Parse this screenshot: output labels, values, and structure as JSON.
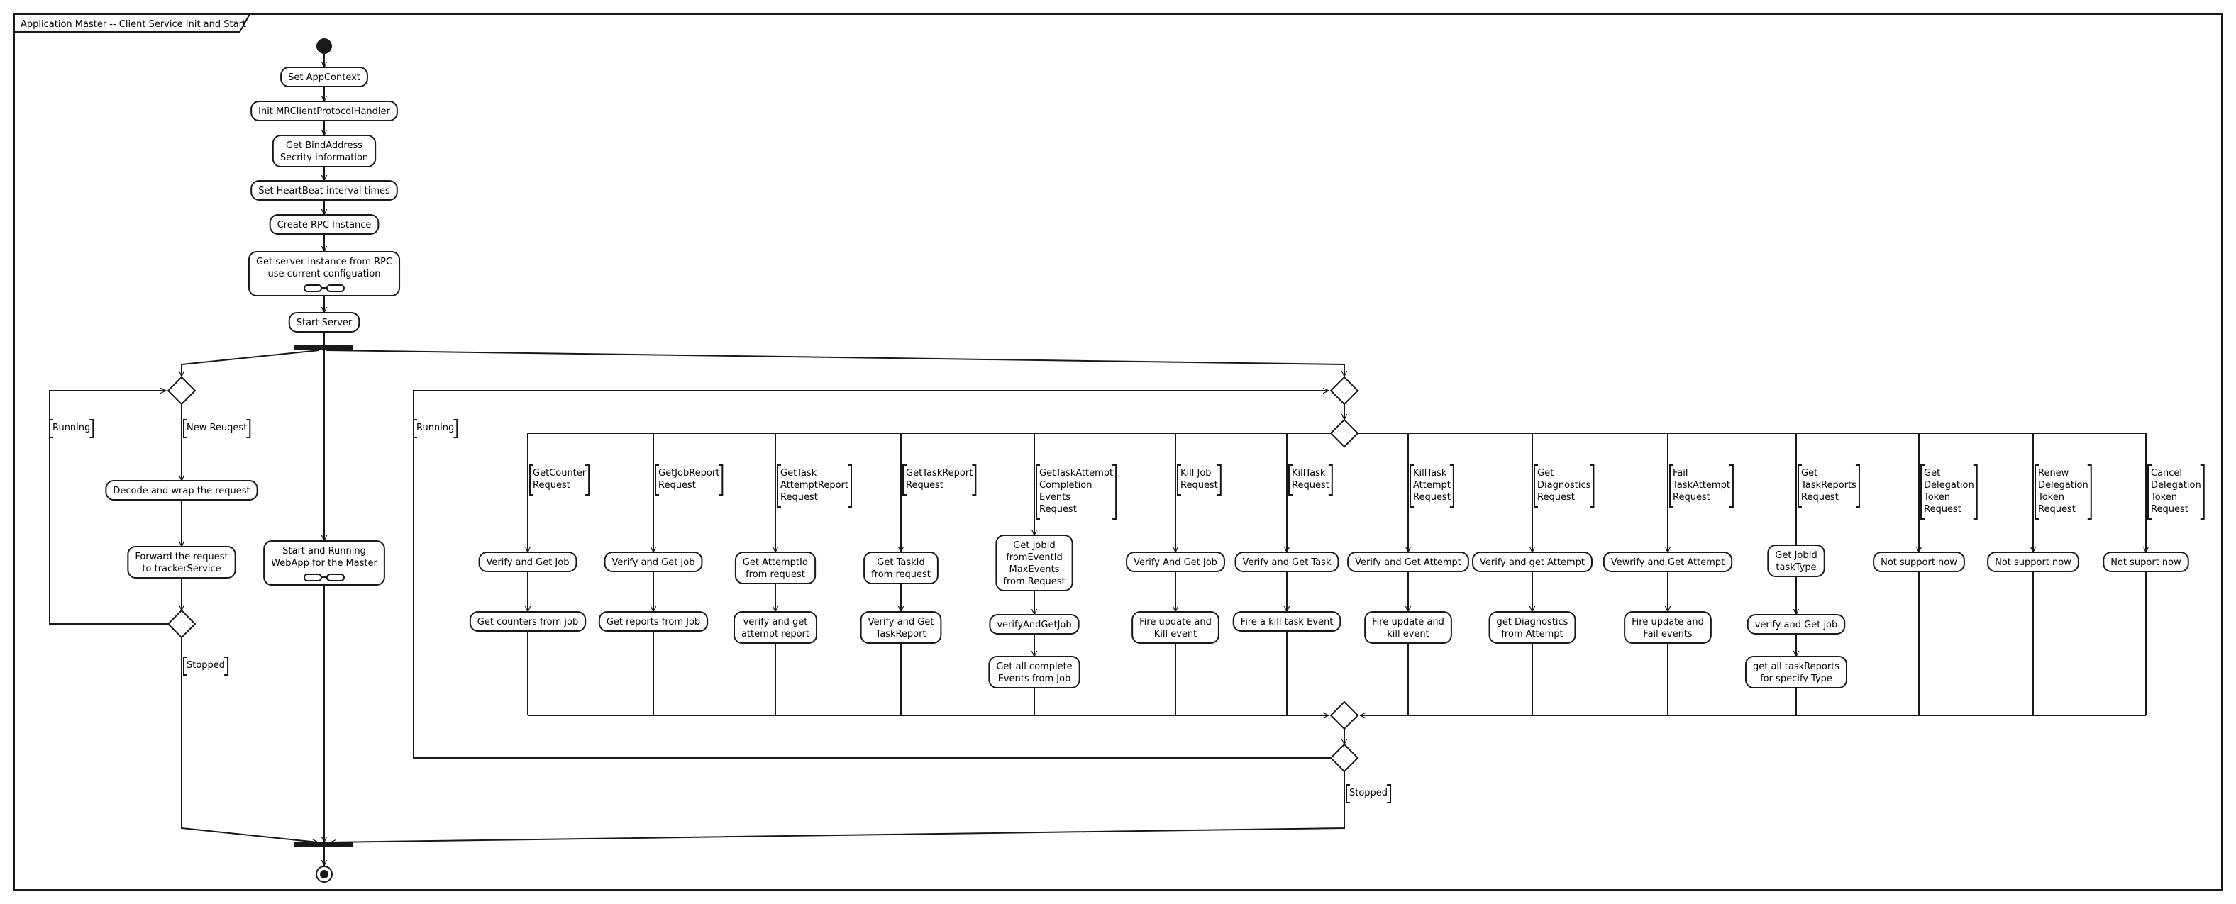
{
  "frame_title": "Application Master -- Client Service Init and Start",
  "init_steps": [
    "Set AppContext",
    "Init MRClientProtocolHandler",
    "Get BindAddress\nSecrity information",
    "Set HeartBeat interval times",
    "Create RPC Instance",
    "Get server instance from RPC\nuse current configuation",
    "Start Server"
  ],
  "left_branch": {
    "running_guard": "Running",
    "new_request_guard": "New Reuqest",
    "decode_action": "Decode and wrap the request",
    "forward_action": "Forward the request\nto trackerService",
    "stopped_guard": "Stopped"
  },
  "webapp_action": "Start and Running\nWebApp for the Master",
  "right_branch": {
    "running_guard": "Running",
    "stopped_guard": "Stopped",
    "cases": [
      {
        "guard": "GetCounter\nRequest",
        "actions": [
          "Verify and Get Job",
          "Get counters from job"
        ]
      },
      {
        "guard": "GetJobReport\nRequest",
        "actions": [
          "Verify and Get Job",
          "Get reports from Job"
        ]
      },
      {
        "guard": "GetTask\nAttemptReport\nRequest",
        "actions": [
          "Get AttemptId\nfrom request",
          "verify and get\nattempt report"
        ]
      },
      {
        "guard": "GetTaskReport\nRequest",
        "actions": [
          "Get TaskId\nfrom request",
          "Verify and Get\nTaskReport"
        ]
      },
      {
        "guard": "GetTaskAttempt\nCompletion\nEvents\nRequest",
        "actions": [
          "Get JobId\nfromEventId\nMaxEvents\nfrom Request",
          "verifyAndGetJob",
          "Get all complete\nEvents from Job"
        ]
      },
      {
        "guard": "Kill Job\nRequest",
        "actions": [
          "Verify And Get Job",
          "Fire update and\nKill event"
        ]
      },
      {
        "guard": "KillTask\nRequest",
        "actions": [
          "Verify and Get Task",
          "Fire a kill task Event"
        ]
      },
      {
        "guard": "KillTask\nAttempt\nRequest",
        "actions": [
          "Verify and Get Attempt",
          "Fire update and\nkill event"
        ]
      },
      {
        "guard": "Get\nDiagnostics\nRequest",
        "actions": [
          "Verify and get Attempt",
          "get Diagnostics\nfrom Attempt"
        ]
      },
      {
        "guard": "Fail\nTaskAttempt\nRequest",
        "actions": [
          "Vewrify and Get Attempt",
          "Fire update and\nFail events"
        ]
      },
      {
        "guard": "Get\nTaskReports\nRequest",
        "actions": [
          "Get JobId\ntaskType",
          "verify and Get job",
          "get all taskReports\nfor specify Type"
        ]
      },
      {
        "guard": "Get\nDelegation\nToken\nRequest",
        "actions": [
          "Not support now"
        ]
      },
      {
        "guard": "Renew\nDelegation\nToken\nRequest",
        "actions": [
          "Not support now"
        ]
      },
      {
        "guard": "Cancel\nDelegation\nToken\nRequest",
        "actions": [
          "Not suport now"
        ]
      }
    ]
  }
}
